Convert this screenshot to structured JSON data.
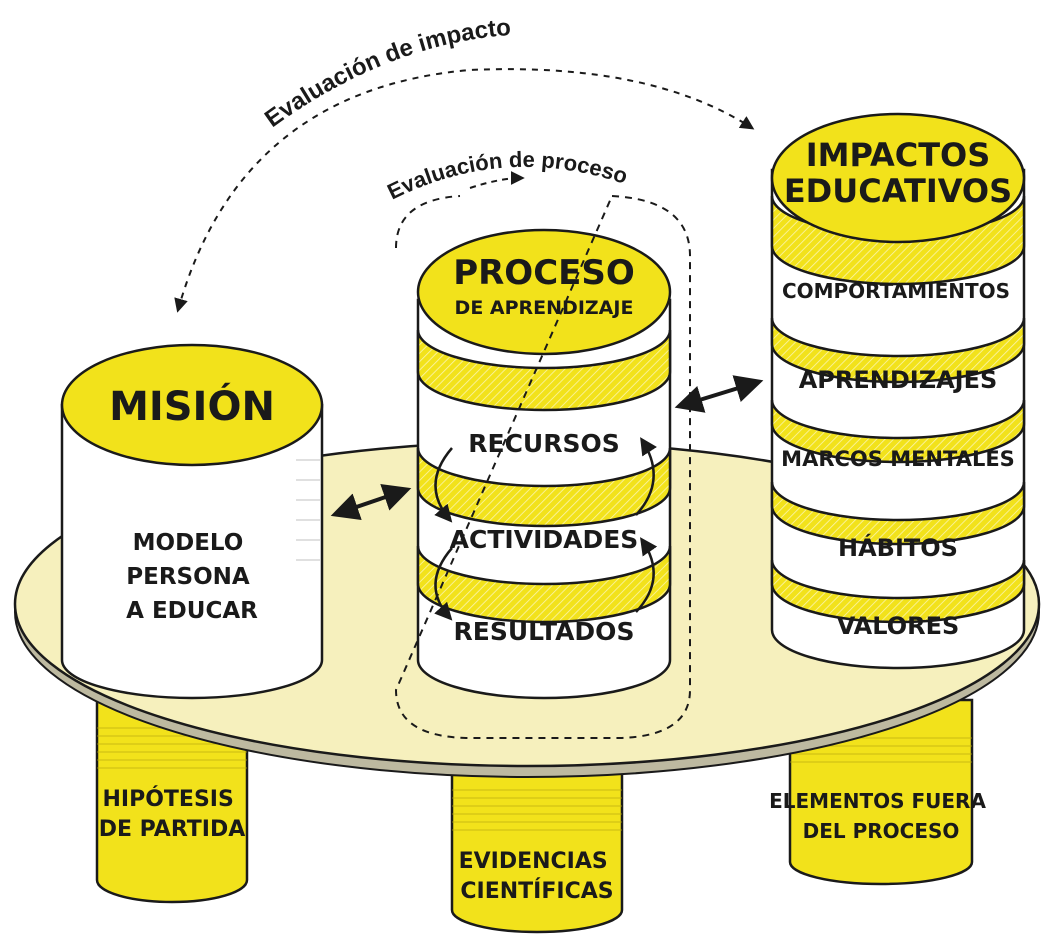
{
  "evaluations": {
    "impacto": "Evaluación de impacto",
    "proceso": "Evaluación de proceso"
  },
  "mision": {
    "title": "MISIÓN",
    "body": [
      "MODELO",
      "PERSONA",
      "A EDUCAR"
    ]
  },
  "proceso": {
    "title_line1": "PROCESO",
    "title_line2": "DE APRENDIZAJE",
    "layers": [
      "RECURSOS",
      "ACTIVIDADES",
      "RESULTADOS"
    ]
  },
  "impactos": {
    "title_line1": "IMPACTOS",
    "title_line2": "EDUCATIVOS",
    "layers": [
      "COMPORTAMIENTOS",
      "APRENDIZAJES",
      "MARCOS MENTALES",
      "HÁBITOS",
      "VALORES"
    ]
  },
  "bases": [
    {
      "lines": [
        "HIPÓTESIS",
        "DE PARTIDA"
      ]
    },
    {
      "lines": [
        "EVIDENCIAS",
        "CIENTÍFICAS"
      ]
    },
    {
      "lines": [
        "ELEMENTOS FUERA",
        "DEL PROCESO"
      ]
    }
  ],
  "colors": {
    "yellow": "#f2e21b",
    "platform": "#f6f0bd",
    "ink": "#1a1a1a",
    "white": "#ffffff"
  }
}
